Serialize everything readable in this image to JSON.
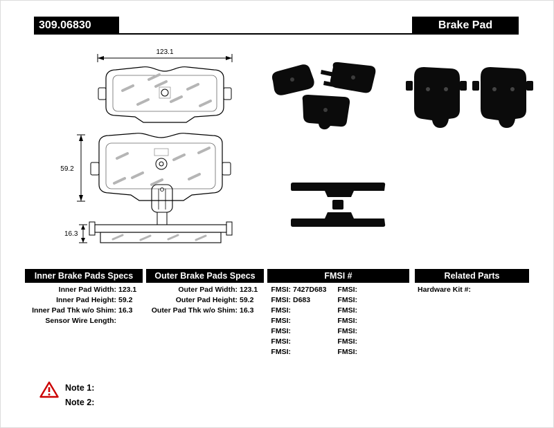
{
  "header": {
    "part_number": "309.06830",
    "product_name": "Brake Pad"
  },
  "diagram": {
    "width_label": "123.1",
    "height_label": "59.2",
    "thickness_label": "16.3"
  },
  "tables": {
    "inner": {
      "title": "Inner Brake Pads Specs",
      "rows": [
        {
          "label": "Inner Pad Width:",
          "value": "123.1"
        },
        {
          "label": "Inner Pad Height:",
          "value": "59.2"
        },
        {
          "label": "Inner Pad Thk w/o Shim:",
          "value": "16.3"
        },
        {
          "label": "Sensor Wire Length:",
          "value": ""
        }
      ]
    },
    "outer": {
      "title": "Outer Brake Pads Specs",
      "rows": [
        {
          "label": "Outer Pad Width:",
          "value": "123.1"
        },
        {
          "label": "Outer Pad Height:",
          "value": "59.2"
        },
        {
          "label": "Outer Pad Thk w/o Shim:",
          "value": "16.3"
        }
      ]
    },
    "fmsi": {
      "title": "FMSI #",
      "col1": [
        {
          "label": "FMSI:",
          "value": "7427D683"
        },
        {
          "label": "FMSI:",
          "value": "D683"
        },
        {
          "label": "FMSI:",
          "value": ""
        },
        {
          "label": "FMSI:",
          "value": ""
        },
        {
          "label": "FMSI:",
          "value": ""
        },
        {
          "label": "FMSI:",
          "value": ""
        },
        {
          "label": "FMSI:",
          "value": ""
        }
      ],
      "col2": [
        {
          "label": "FMSI:",
          "value": ""
        },
        {
          "label": "FMSI:",
          "value": ""
        },
        {
          "label": "FMSI:",
          "value": ""
        },
        {
          "label": "FMSI:",
          "value": ""
        },
        {
          "label": "FMSI:",
          "value": ""
        },
        {
          "label": "FMSI:",
          "value": ""
        },
        {
          "label": "FMSI:",
          "value": ""
        }
      ]
    },
    "related": {
      "title": "Related Parts",
      "rows": [
        {
          "label": "Hardware Kit #:",
          "value": ""
        }
      ]
    }
  },
  "notes": [
    {
      "label": "Note 1:"
    },
    {
      "label": "Note 2:"
    }
  ],
  "colors": {
    "header_bg": "#000000",
    "warning_red": "#cc0000"
  }
}
